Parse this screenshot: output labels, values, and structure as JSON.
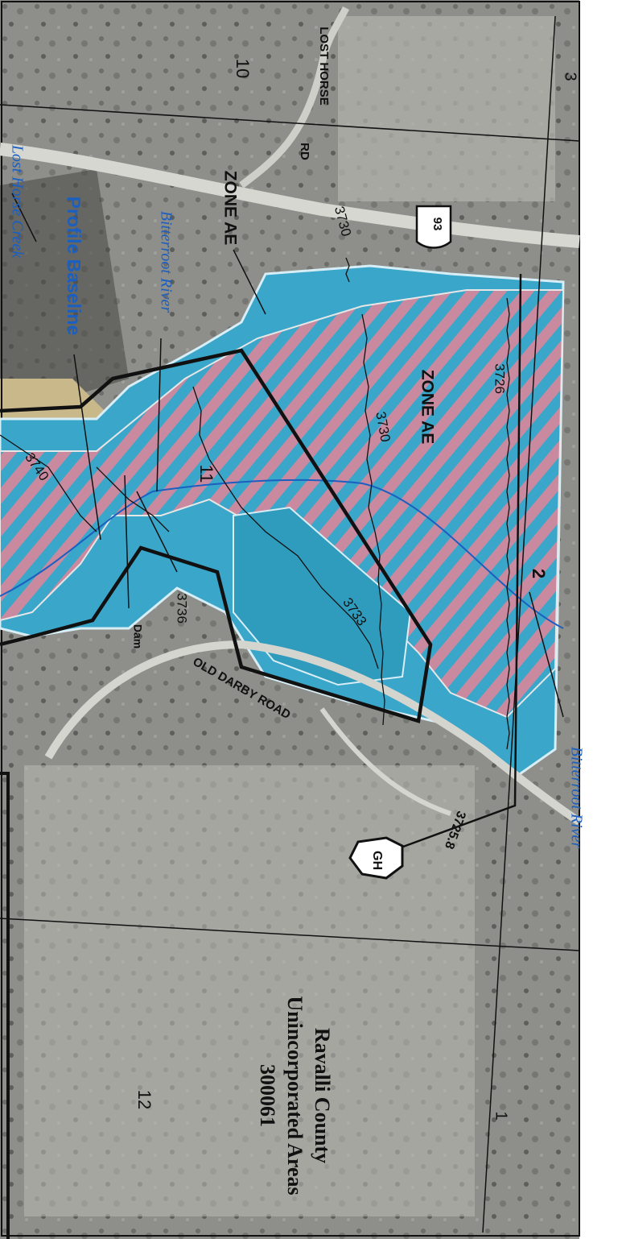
{
  "section_numbers": [
    "3",
    "10",
    "2",
    "11",
    "1",
    "12"
  ],
  "road_labels": {
    "lost_horse": "LOST HORSE",
    "rd": "RD",
    "old_darby": "OLD DARBY ROAD",
    "highway_shield": "93"
  },
  "zone_labels": [
    "ZONE AE",
    "ZONE AE"
  ],
  "water_labels": {
    "bitterroot_right": "Bitterroot River",
    "bitterroot_center": "Bitterroot River",
    "lost_horse_creek": "Lost Horse Creek",
    "profile_baseline": "Profile Baseline"
  },
  "elevations": [
    "3726",
    "3730",
    "3730",
    "3733",
    "3736",
    "3740"
  ],
  "cross_section": {
    "letter": "GH",
    "elevation": "3725.8"
  },
  "structure_label": "Dam",
  "community": {
    "line1": "Ravalli County",
    "line2": "Unincorporated Areas",
    "number": "300061"
  },
  "colors": {
    "floodway_blue": "#3aa6c9",
    "hatch_pink": "#c98aa0",
    "label_blue": "#1b5fc0",
    "aerial_gray": "#8e8e8a"
  }
}
